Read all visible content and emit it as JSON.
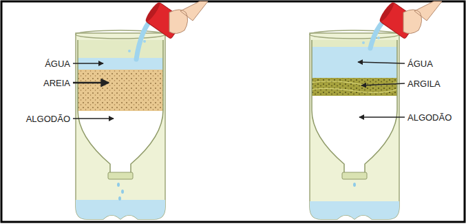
{
  "diagram": {
    "labels": [
      "ÁGUA",
      "AREIA",
      "ALGODÃO",
      "ÁGUA",
      "ARGILA",
      "ALGODÃO"
    ]
  }
}
